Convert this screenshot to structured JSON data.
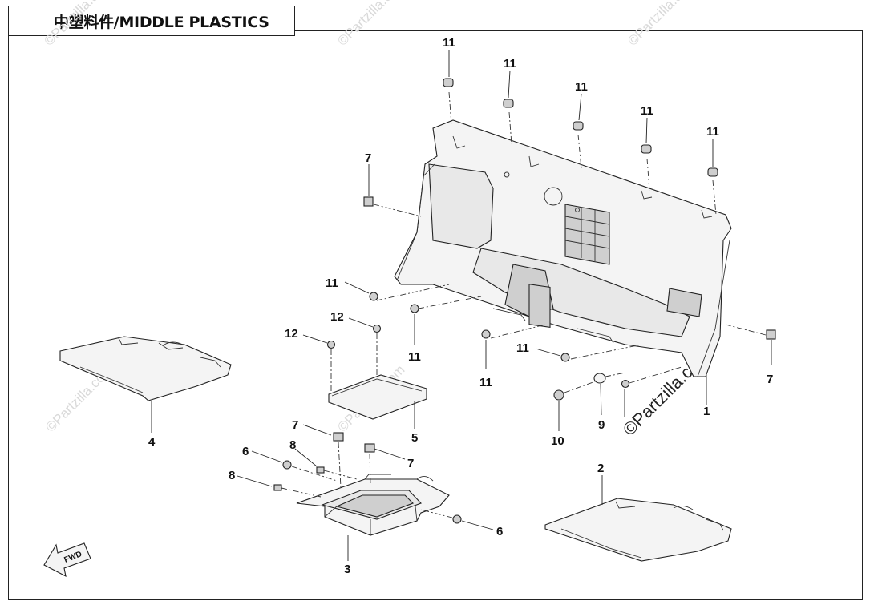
{
  "title": "中塑料件/MIDDLE PLASTICS",
  "watermark": "©Partzilla.com",
  "fwd_label": "FWD",
  "callouts": {
    "c11": "11",
    "c12": "12",
    "c7": "7",
    "c1": "1",
    "c2": "2",
    "c3": "3",
    "c4": "4",
    "c5": "5",
    "c6": "6",
    "c8": "8",
    "c9": "9",
    "c10": "10"
  },
  "colors": {
    "line": "#222222",
    "watermark": "#d9d9d9"
  }
}
